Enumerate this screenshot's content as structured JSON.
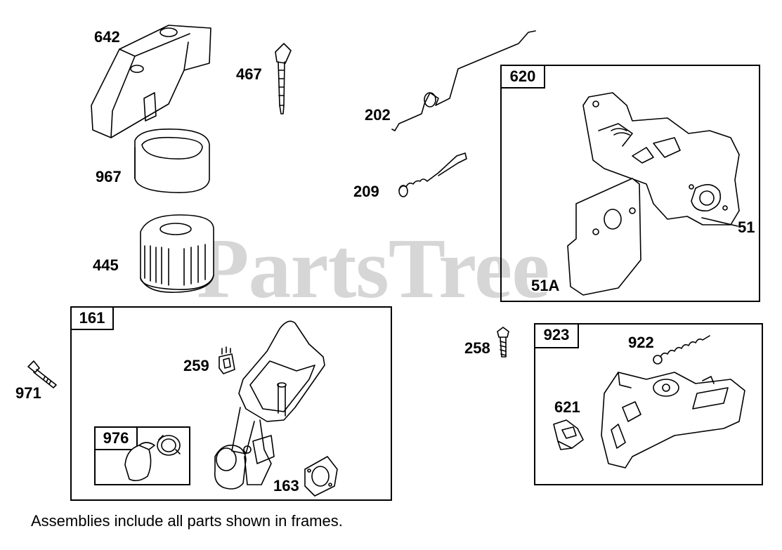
{
  "watermark": "PartsTree",
  "footnote": "Assemblies include all parts shown in frames.",
  "frames": {
    "f161": "161",
    "f976": "976",
    "f620": "620",
    "f923": "923"
  },
  "labels": {
    "p642": "642",
    "p467": "467",
    "p967": "967",
    "p445": "445",
    "p202": "202",
    "p209": "209",
    "p51": "51",
    "p51a": "51A",
    "p259": "259",
    "p971": "971",
    "p163": "163",
    "p258": "258",
    "p922": "922",
    "p621": "621"
  }
}
